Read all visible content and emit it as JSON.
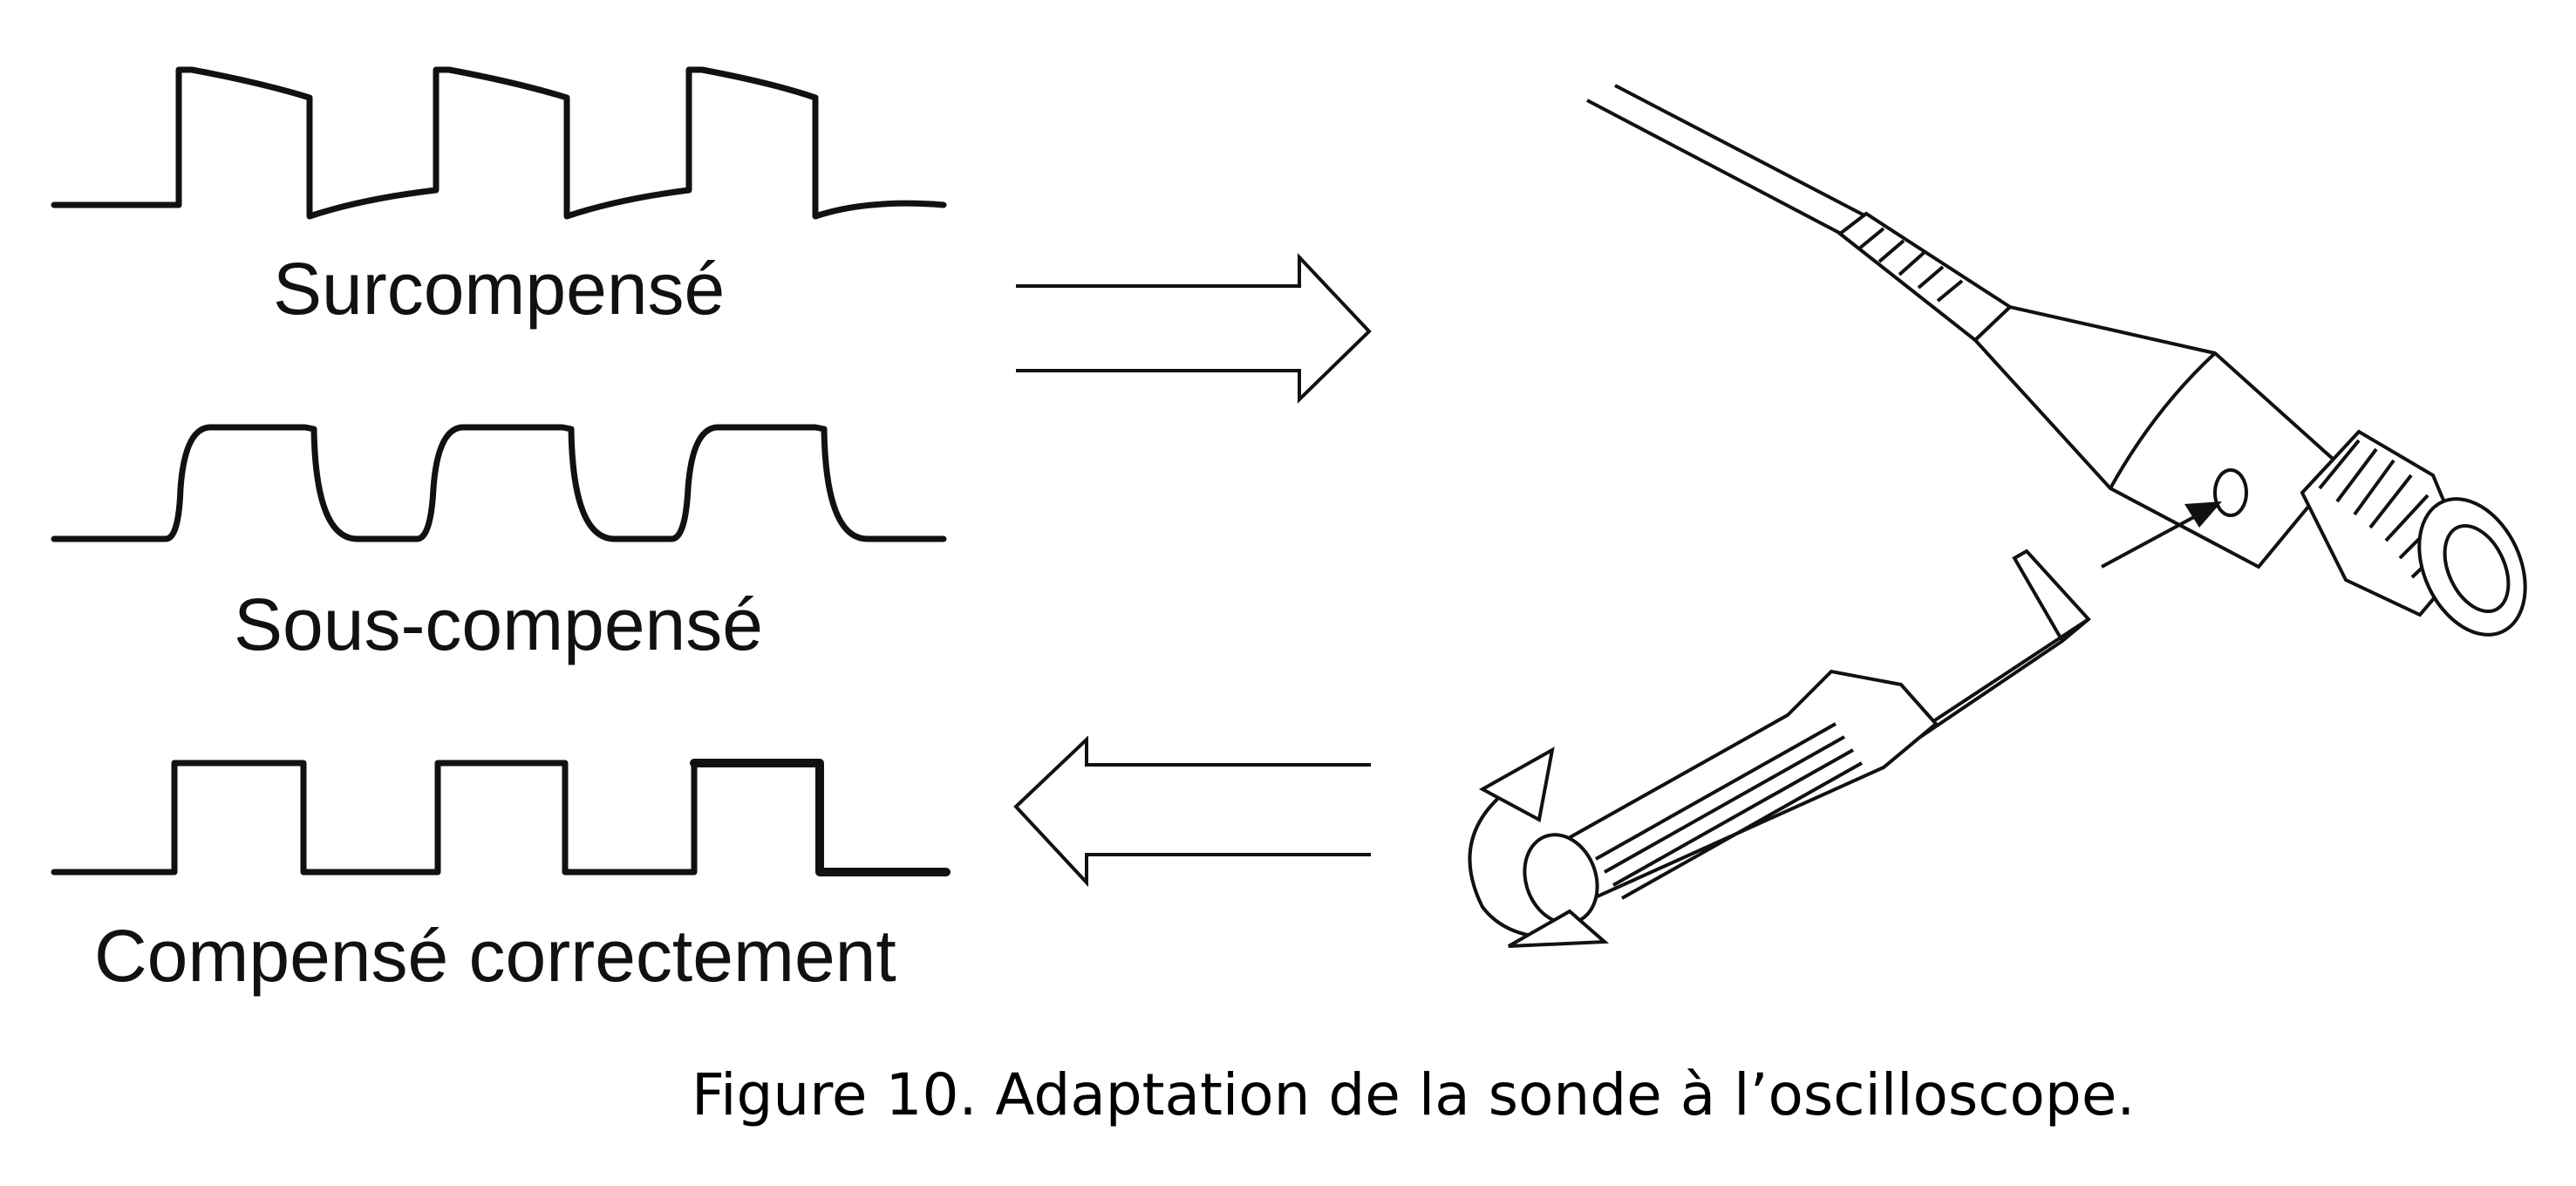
{
  "waveforms": [
    {
      "id": "over",
      "label": "Surcompensé"
    },
    {
      "id": "under",
      "label": "Sous-compensé"
    },
    {
      "id": "correct",
      "label": "Compensé correctement"
    }
  ],
  "caption": "Figure 10. Adaptation de la sonde à l’oscilloscope.",
  "icons": {
    "arrow_right": "hollow-arrow-right",
    "arrow_left": "hollow-arrow-left",
    "probe": "oscilloscope-probe-illustration",
    "rotation": "adjustment-rotation-arrow"
  }
}
